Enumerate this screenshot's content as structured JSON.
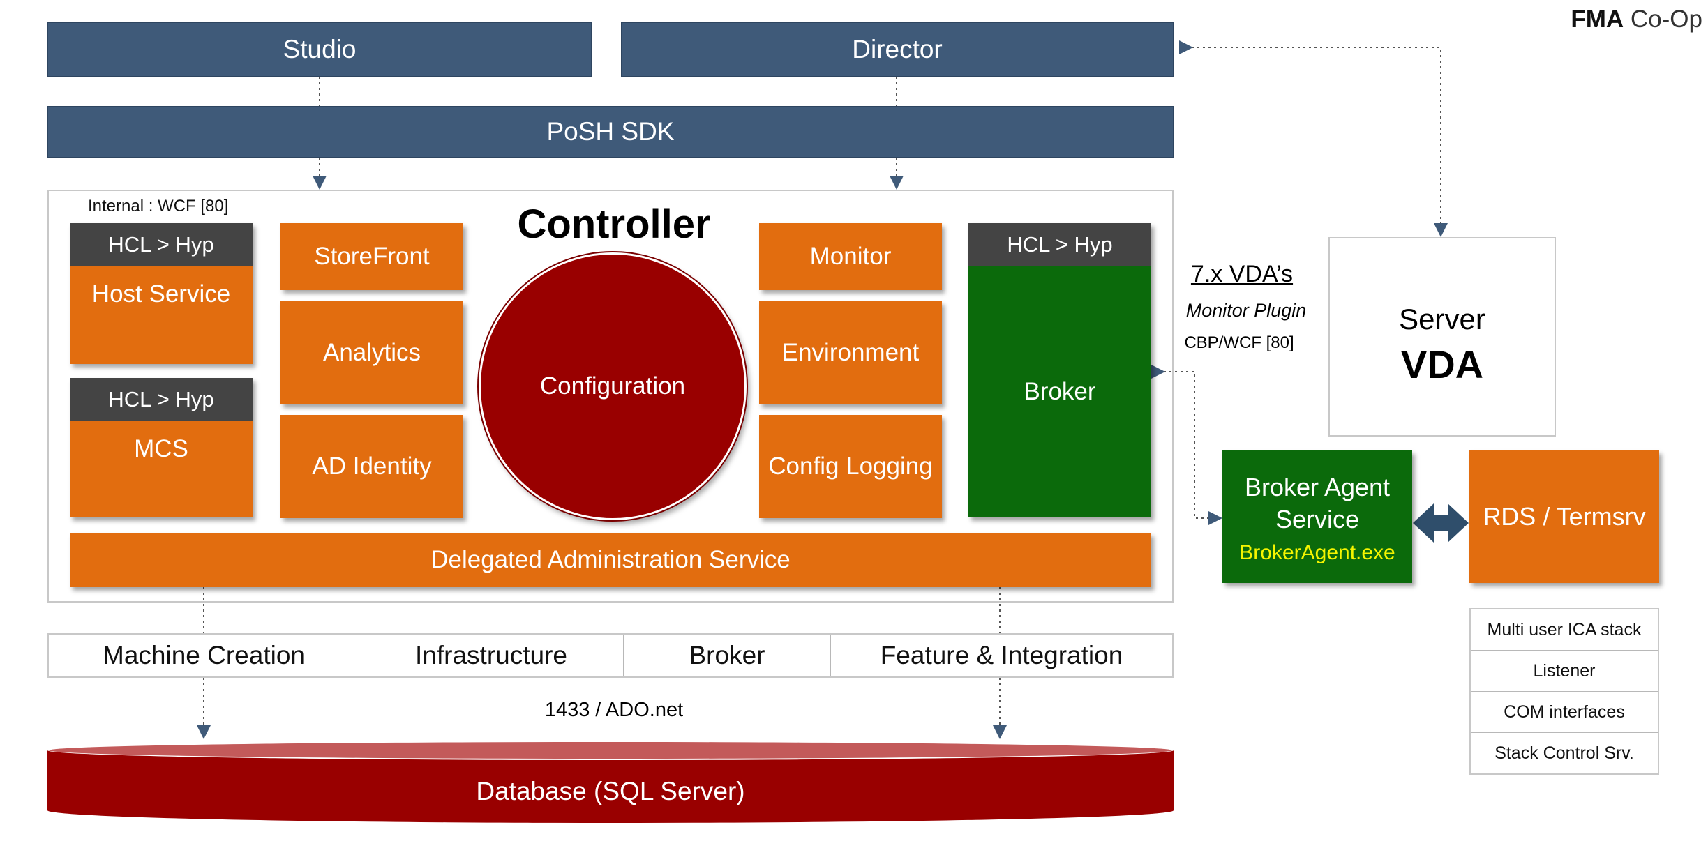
{
  "brand": {
    "bold": "FMA",
    "rest": " Co-Op"
  },
  "top": {
    "studio": "Studio",
    "director": "Director",
    "posh": "PoSH SDK"
  },
  "controller": {
    "internal_label": "Internal : WCF [80]",
    "title": "Controller",
    "hcl_label": "HCL > Hyp",
    "host_service": "Host Service",
    "mcs": "MCS",
    "storefront": "StoreFront",
    "analytics": "Analytics",
    "ad_identity": "AD Identity",
    "configuration": "Configuration",
    "monitor": "Monitor",
    "environment": "Environment",
    "config_logging": "Config Logging",
    "broker_hcl": "HCL > Hyp",
    "broker": "Broker",
    "das": "Delegated Administration Service"
  },
  "vda_info": {
    "heading": "7.x VDA’s",
    "plugin": "Monitor Plugin",
    "protocol": "CBP/WCF [80]"
  },
  "server_vda": {
    "line1": "Server",
    "line2": "VDA"
  },
  "broker_agent": {
    "title": "Broker Agent Service",
    "exe": "BrokerAgent.exe"
  },
  "rds": "RDS / Termsrv",
  "ica_stack": [
    "Multi user ICA stack",
    "Listener",
    "COM interfaces",
    "Stack Control Srv."
  ],
  "schemas": [
    "Machine Creation",
    "Infrastructure",
    "Broker",
    "Feature & Integration"
  ],
  "db_protocol": "1433 / ADO.net",
  "database": "Database (SQL Server)",
  "colors": {
    "navy": "#3f5a79",
    "orange": "#e26d0f",
    "dark_red": "#990000",
    "green": "#0b6a0b",
    "hcl_gray": "#444444",
    "exe_yellow": "#f5f500"
  }
}
